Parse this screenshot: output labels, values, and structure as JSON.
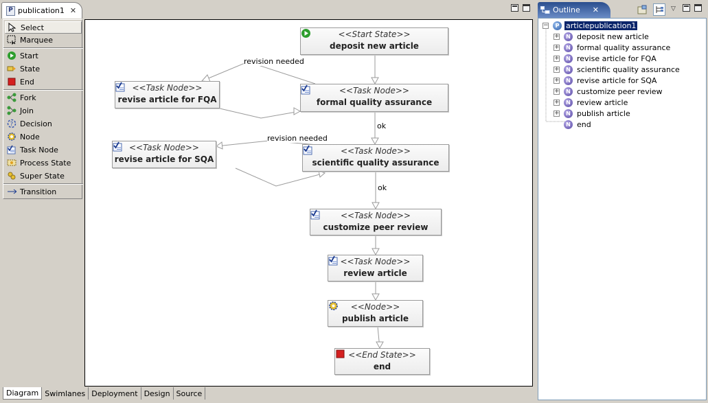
{
  "editor": {
    "tab_label": "publication1",
    "palette": [
      {
        "label": "Select",
        "icon": "arrow-cursor-icon",
        "selected": true
      },
      {
        "label": "Marquee",
        "icon": "marquee-icon"
      },
      {
        "label": "Start",
        "icon": "start-icon"
      },
      {
        "label": "State",
        "icon": "state-icon"
      },
      {
        "label": "End",
        "icon": "end-icon"
      },
      {
        "label": "Fork",
        "icon": "fork-icon"
      },
      {
        "label": "Join",
        "icon": "join-icon"
      },
      {
        "label": "Decision",
        "icon": "decision-icon"
      },
      {
        "label": "Node",
        "icon": "node-gear-icon"
      },
      {
        "label": "Task Node",
        "icon": "task-node-icon"
      },
      {
        "label": "Process State",
        "icon": "process-state-icon"
      },
      {
        "label": "Super State",
        "icon": "super-state-icon"
      },
      {
        "label": "Transition",
        "icon": "transition-arrow-icon"
      }
    ],
    "bottom_tabs": [
      "Diagram",
      "Swimlanes",
      "Deployment",
      "Design",
      "Source"
    ],
    "nodes": {
      "deposit": {
        "stereotype": "<<Start State>>",
        "name": "deposit new article"
      },
      "fqa": {
        "stereotype": "<<Task Node>>",
        "name": "formal quality assurance"
      },
      "rev_fqa": {
        "stereotype": "<<Task Node>>",
        "name": "revise article for FQA"
      },
      "sqa": {
        "stereotype": "<<Task Node>>",
        "name": "scientific quality assurance"
      },
      "rev_sqa": {
        "stereotype": "<<Task Node>>",
        "name": "revise article for SQA"
      },
      "peer": {
        "stereotype": "<<Task Node>>",
        "name": "customize peer review"
      },
      "review": {
        "stereotype": "<<Task Node>>",
        "name": "review article"
      },
      "publish": {
        "stereotype": "<<Node>>",
        "name": "publish article"
      },
      "end": {
        "stereotype": "<<End State>>",
        "name": "end"
      }
    },
    "edge_labels": {
      "fqa_revision": "revision needed",
      "fqa_ok": "ok",
      "sqa_revision": "revision needed",
      "sqa_ok": "ok"
    }
  },
  "outline": {
    "tab_label": "Outline",
    "root": "articlepublication1",
    "items": [
      "deposit new article",
      "formal quality assurance",
      "revise article for FQA",
      "scientific quality assurance",
      "revise article for SQA",
      "customize peer review",
      "review article",
      "publish article",
      "end"
    ]
  }
}
